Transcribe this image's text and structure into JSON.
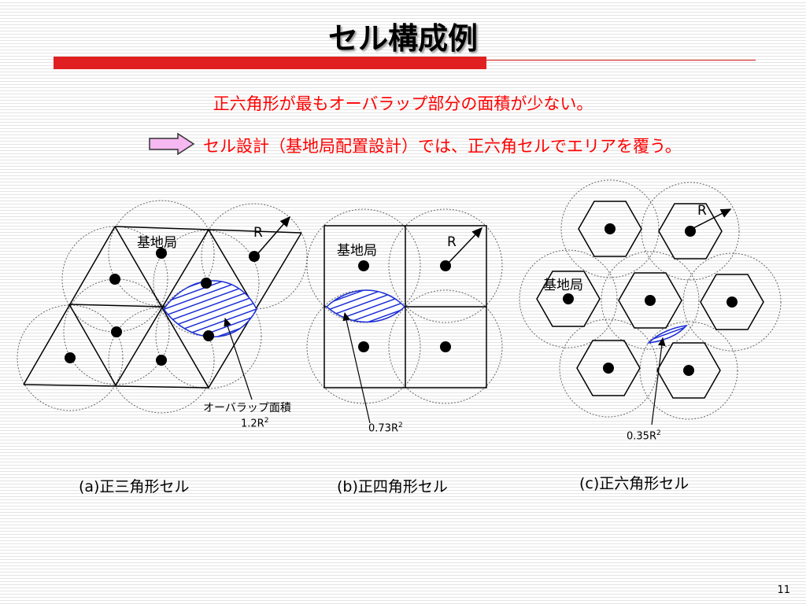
{
  "slide": {
    "title": "セル構成例",
    "statement": "正六角形が最もオーバラップ部分の面積が少ない。",
    "conclusion": "セル設計（基地局配置設計）では、正六角セルでエリアを覆う。",
    "page_number": "11"
  },
  "diagrams": {
    "triangle": {
      "caption": "(a)正三角形セル",
      "station_label": "基地局",
      "radius_label": "R",
      "overlap_label": "オーバラップ面積",
      "overlap_value": "1.2R",
      "overlap_exp": "2"
    },
    "square": {
      "caption": "(b)正四角形セル",
      "station_label": "基地局",
      "radius_label": "R",
      "overlap_value": "0.73R",
      "overlap_exp": "2"
    },
    "hexagon": {
      "caption": "(c)正六角形セル",
      "station_label": "基地局",
      "radius_label": "R",
      "overlap_value": "0.35R",
      "overlap_exp": "2"
    }
  },
  "colors": {
    "accent_red": "#ff0000",
    "title_bar": "#e02020",
    "hatch_blue": "#1c2fd6",
    "arrow_fill": "#f6b8f0"
  }
}
